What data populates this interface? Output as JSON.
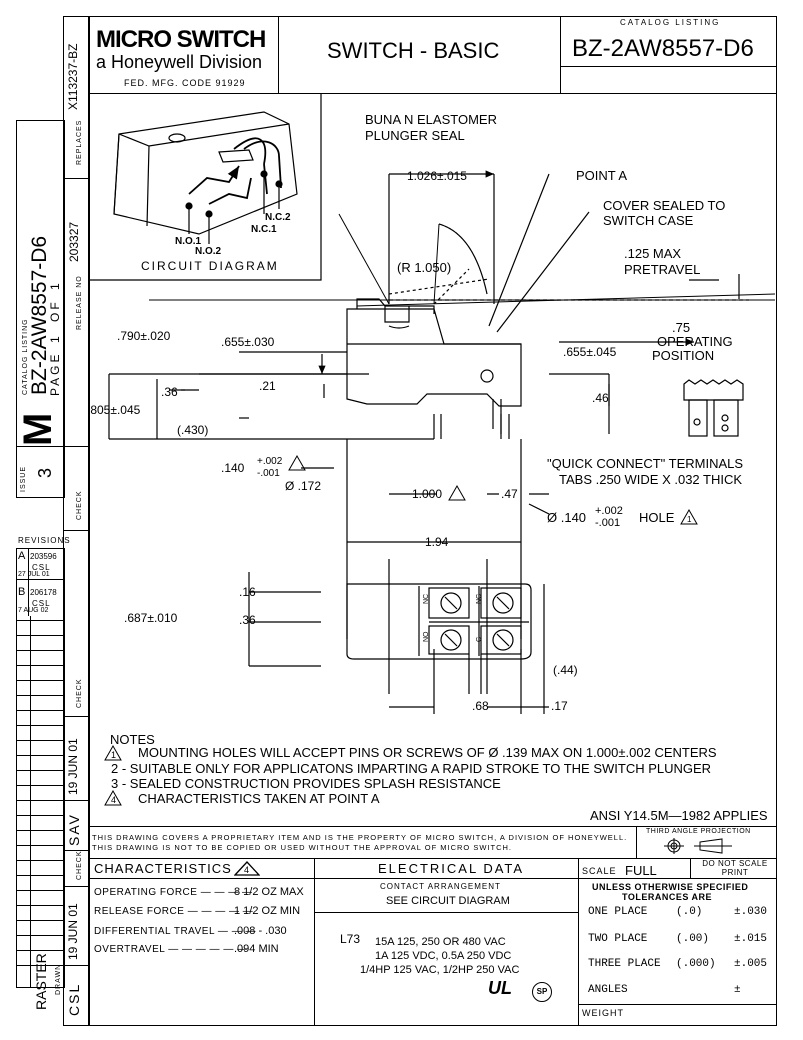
{
  "header": {
    "brand": "MICRO SWITCH",
    "division": "a Honeywell Division",
    "fed_code": "FED. MFG. CODE 91929",
    "title": "SWITCH - BASIC",
    "catalog_label": "CATALOG LISTING",
    "catalog_number": "BZ-2AW8557-D6"
  },
  "left_margin": {
    "doc_id": "X113237-BZ",
    "replaces_label": "REPLACES",
    "release_no_label": "RELEASE NO",
    "release_no": "203327",
    "catalog_listing_label": "CATALOG LISTING",
    "catalog_number": "BZ-2AW8557-D6",
    "page_label": "PAGE",
    "page": "1",
    "of_label": "OF",
    "of": "1",
    "issue_label": "ISSUE",
    "issue": "3",
    "letter": "M",
    "check_label": "CHECK",
    "revisions_label": "REVISIONS",
    "revisions": [
      {
        "rev": "A",
        "number": "203596",
        "by": "CSL",
        "date": "27 JUL 01"
      },
      {
        "rev": "B",
        "number": "206178",
        "by": "CSL",
        "date": "7 AUG 02"
      }
    ],
    "check_label_2": "CHECK",
    "date_1": "19 JUN 01",
    "initials_1": "SAV",
    "check_label_3": "CHECK",
    "date_2": "19 JUN 01",
    "drawn_label": "DRAWN",
    "initials_2": "CSL",
    "raster": "RASTER"
  },
  "diagram": {
    "circuit_title": "CIRCUIT DIAGRAM",
    "labels": {
      "nc2": "N.C.2",
      "nc1": "N.C.1",
      "no1": "N.O.1",
      "no2": "N.O.2",
      "seal": "BUNA N ELASTOMER",
      "seal2": "PLUNGER SEAL",
      "point_a": "POINT A",
      "cover1": "COVER SEALED TO",
      "cover2": "SWITCH CASE",
      "pretravel1": ".125 MAX",
      "pretravel2": "PRETRAVEL",
      "op1": ".75",
      "op2": "OPERATING",
      "op3": "POSITION",
      "qc1": "\"QUICK CONNECT\" TERMINALS",
      "qc2": "TABS .250 WIDE X .032 THICK",
      "hole": "Ø .140",
      "hole_tol_up": "+.002",
      "hole_tol_dn": "-.001",
      "hole_txt": "HOLE",
      "radius": "(R 1.050)",
      "nc_t": "NC",
      "no_t": "NO",
      "c_t": "C"
    },
    "dims": {
      "d1026": "1.026±.015",
      "d790": ".790±.020",
      "d655a": ".655±.030",
      "d655b": ".655±.045",
      "d36": ".36",
      "d21": ".21",
      "d805": ".805±.045",
      "d430": "(.430)",
      "d46": ".46",
      "d140": ".140",
      "d140up": "+.002",
      "d140dn": "-.001",
      "d172": "Ø .172",
      "d1000": "1.000",
      "d47": ".47",
      "d194": "1.94",
      "d16": ".16",
      "d687": ".687±.010",
      "d36b": ".36",
      "d44": "(.44)",
      "d68": ".68",
      "d17": ".17",
      "flag1": "1",
      "flag4": "4"
    }
  },
  "notes": {
    "title": "NOTES",
    "items": [
      {
        "num": "1",
        "text": "MOUNTING HOLES WILL ACCEPT PINS OR SCREWS OF Ø .139 MAX ON 1.000±.002 CENTERS"
      },
      {
        "num": "2",
        "text": "2 -  SUITABLE ONLY FOR APPLICATONS IMPARTING A RAPID STROKE TO THE SWITCH PLUNGER"
      },
      {
        "num": "3",
        "text": "3 -  SEALED CONSTRUCTION PROVIDES SPLASH RESISTANCE"
      },
      {
        "num": "4",
        "text": "CHARACTERISTICS TAKEN AT POINT A"
      }
    ],
    "ansi": "ANSI Y14.5M—1982 APPLIES"
  },
  "footer": {
    "proprietary": "THIS DRAWING COVERS A PROPRIETARY ITEM AND IS THE PROPERTY OF MICRO SWITCH, A DIVISION OF HONEYWELL. THIS DRAWING IS NOT TO BE COPIED OR USED WITHOUT THE APPROVAL OF MICRO SWITCH.",
    "third_angle": "THIRD ANGLE PROJECTION",
    "characteristics_title": "CHARACTERISTICS",
    "char_flag": "4",
    "characteristics": [
      {
        "label": "OPERATING FORCE — — — —",
        "value": "8 1/2 OZ MAX"
      },
      {
        "label": "RELEASE FORCE — — — — —",
        "value": "1 1/2 OZ MIN"
      },
      {
        "label": "DIFFERENTIAL TRAVEL — — —",
        "value": ".008 - .030"
      },
      {
        "label": "OVERTRAVEL — — — — — —",
        "value": ".094 MIN"
      }
    ],
    "electrical_title": "ELECTRICAL DATA",
    "contact_arr_label": "CONTACT ARRANGEMENT",
    "contact_arr": "SEE CIRCUIT DIAGRAM",
    "rating_code": "L73",
    "ratings": [
      "15A 125, 250 OR 480 VAC",
      "1A 125 VDC, 0.5A 250 VDC",
      "1/4HP 125 VAC, 1/2HP 250 VAC"
    ],
    "ul_mark": "UL",
    "csa_mark": "SP",
    "scale_label": "SCALE",
    "scale": "FULL",
    "do_not_scale": "DO NOT SCALE PRINT",
    "tol_title1": "UNLESS OTHERWISE SPECIFIED",
    "tol_title2": "TOLERANCES ARE",
    "tolerances": [
      {
        "label": "ONE PLACE",
        "fmt": "(.0)",
        "val": "±.030"
      },
      {
        "label": "TWO PLACE",
        "fmt": "(.00)",
        "val": "±.015"
      },
      {
        "label": "THREE PLACE",
        "fmt": "(.000)",
        "val": "±.005"
      },
      {
        "label": "ANGLES",
        "fmt": "",
        "val": "±"
      }
    ],
    "weight_label": "WEIGHT"
  }
}
